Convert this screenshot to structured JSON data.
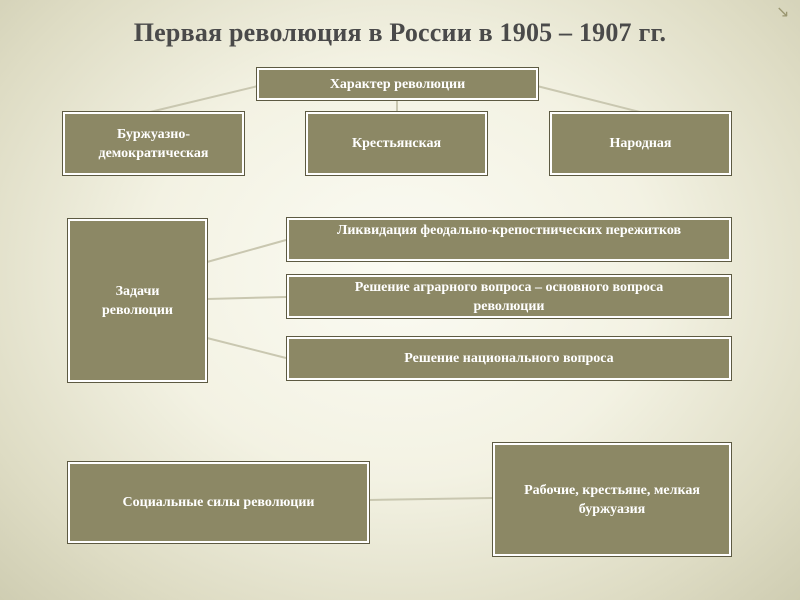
{
  "title": "Первая революция в России в 1905 – 1907 гг.",
  "character": {
    "header": "Характер революции",
    "items": [
      "Буржуазно-демократическая",
      "Крестьянская",
      "Народная"
    ]
  },
  "tasks": {
    "header": "Задачи революции",
    "items": [
      "Ликвидация феодально-крепостнических пережитков",
      "Решение аграрного вопроса – основного вопроса революции",
      "Решение национального вопроса"
    ]
  },
  "forces": {
    "header": "Социальные силы революции",
    "value": "Рабочие, крестьяне, мелкая буржуазия"
  }
}
